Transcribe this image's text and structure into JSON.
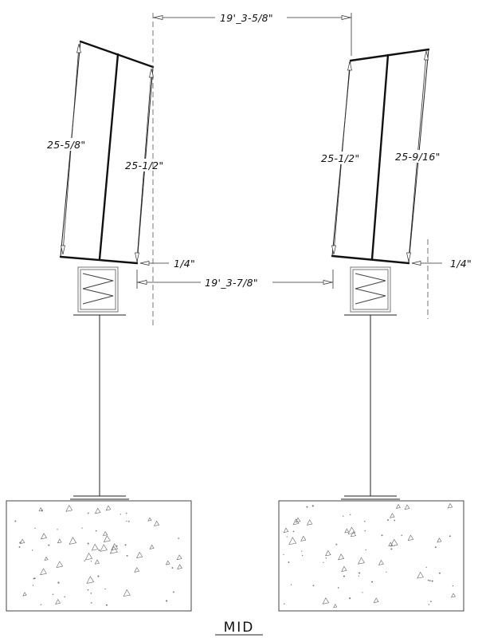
{
  "diagram": {
    "title": "MID",
    "top_span": "19'_3-5/8\"",
    "bottom_span": "19'_3-7/8\"",
    "left_panel": {
      "outer_length": "25-5/8\"",
      "inner_length": "25-1/2\"",
      "offset": "1/4\""
    },
    "right_panel": {
      "inner_length": "25-1/2\"",
      "outer_length": "25-9/16\"",
      "offset": "1/4\""
    }
  }
}
